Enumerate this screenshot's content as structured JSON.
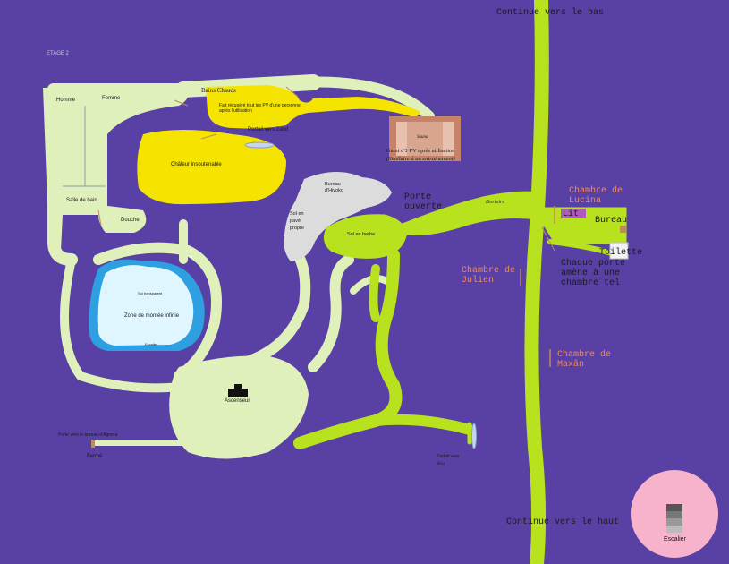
{
  "map": {
    "floor": "ETAGE 2",
    "top_note": "Continue vers le bas",
    "bottom_note": "Continue vers le haut",
    "rooms": {
      "homme": "Homme",
      "femme": "Femme",
      "bains": "Bains Chauds",
      "bains_note": "Fait récupéré tout les PV d'une personne après l'utilisation",
      "portail_zand": "Portail vers Zand",
      "chaleur": "Châleur insoutenable",
      "salle_de_bain": "Salle de bain",
      "douche": "Douche",
      "zone_sol": "Sol transparent",
      "zone": "Zone de montée infinie",
      "zone_bottom": "Escalier",
      "bureau_hiyoko": "Bureau d'Hiyoko",
      "sol_pave": "Sol en pavé propre",
      "sol_herbe": "Sol en herbe",
      "room_sign": "Sauna",
      "gain": "Gaint d'1 PV après utilisation",
      "gain_note": "(Similaire à un entrainement)",
      "porte_ouverte": "Porte ouverte",
      "corridor_sign": "Dortoirs",
      "ascenseur": "Ascenseur",
      "porte_agnora": "Porte vers le bureau d'Agnora",
      "ferme": "Fermé",
      "portail_vers": "Portail vers",
      "portail_dest": "Aria",
      "julien": "Chambre de Julien",
      "lucina": "Chambre de Lucina",
      "lit": "Lit",
      "bureau": "Bureau",
      "toilette": "Toilette",
      "chaque": "Chaque porte amène à une chambre tel",
      "maxan": "Chambre de Maxân"
    },
    "legend": {
      "stairs_label": "Escalier"
    }
  },
  "colors": {
    "background": "#5840a4",
    "path": "#dff0bb",
    "grass": "#b9e21e",
    "yellow": "#f4e400",
    "water": "#2e9fe0",
    "ice": "#dff6ff",
    "pave": "#d9d9d9",
    "sauna": "#c5846a",
    "label_orange": "#f08a5a",
    "stairs_circle": "#f7b2cc"
  }
}
